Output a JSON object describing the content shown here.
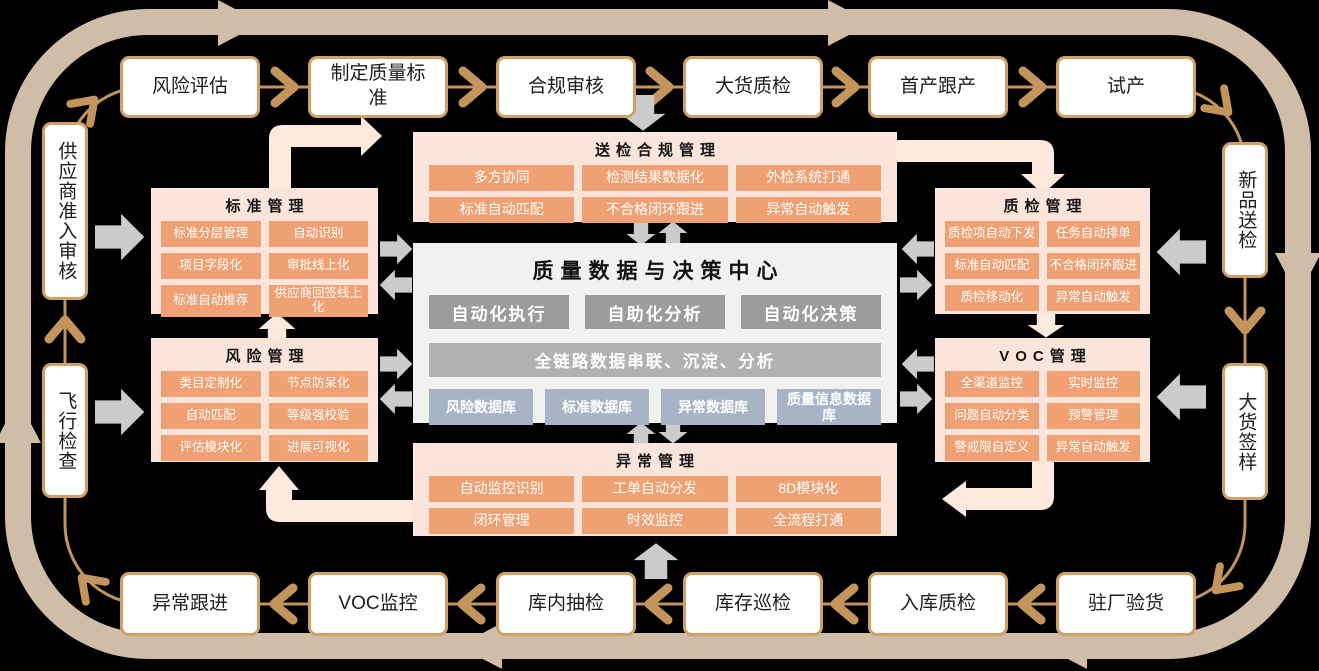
{
  "flows": {
    "top": [
      "风险评估",
      "制定质量标准",
      "合规审核",
      "大货质检",
      "首产跟产",
      "试产"
    ],
    "right": [
      "新品送检",
      "大货签样"
    ],
    "bottom": [
      "异常跟进",
      "VOC监控",
      "库内抽检",
      "库存巡检",
      "入库质检",
      "驻厂验货"
    ],
    "left": [
      "供应商准入审核",
      "飞行检查"
    ]
  },
  "panels": {
    "inspection": {
      "title": "送检合规管理",
      "items": [
        "多方协同",
        "检测结果数据化",
        "外检系统打通",
        "标准自动匹配",
        "不合格闭环跟进",
        "异常自动触发"
      ]
    },
    "standard": {
      "title": "标准管理",
      "items": [
        "标准分层管理",
        "自动识别",
        "项目字段化",
        "审批线上化",
        "标准自动推荐",
        "供应商回签线上化"
      ]
    },
    "risk": {
      "title": "风险管理",
      "items": [
        "类目定制化",
        "节点防呆化",
        "自动匹配",
        "等级强校验",
        "评估模块化",
        "进展可视化"
      ]
    },
    "qc": {
      "title": "质检管理",
      "items": [
        "质检项自动下发",
        "任务自动排单",
        "标准自动匹配",
        "不合格闭环跟进",
        "质检移动化",
        "异常自动触发"
      ]
    },
    "voc": {
      "title": "VOC管理",
      "items": [
        "全渠道监控",
        "实时监控",
        "问题自动分类",
        "预警管理",
        "警戒限自定义",
        "异常自动触发"
      ]
    },
    "abnormal": {
      "title": "异常管理",
      "items": [
        "自动监控识别",
        "工单自动分发",
        "8D模块化",
        "闭环管理",
        "时效监控",
        "全流程打通"
      ]
    }
  },
  "center": {
    "title": "质量数据与决策中心",
    "capabilities": [
      "自动化执行",
      "自助化分析",
      "自动化决策"
    ],
    "pipeline": "全链路数据串联、沉淀、分析",
    "databases": [
      "风险数据库",
      "标准数据库",
      "异常数据库",
      "质量信息数据库"
    ]
  },
  "colors": {
    "outer-ring": "#cfbda8",
    "inner-ring": "#c3945c",
    "node-border": "#d1a065",
    "panel-bg": "#fbe5da",
    "chip-orange": "#f0a173",
    "gray-arrow": "#cbcbcb",
    "cream-arrow": "#fdeadd",
    "center-bg": "#f1f1f0",
    "cap-gray": "#9c9c9c",
    "bar-gray": "#b2b1b0",
    "db-blue": "#a8b4c6"
  }
}
